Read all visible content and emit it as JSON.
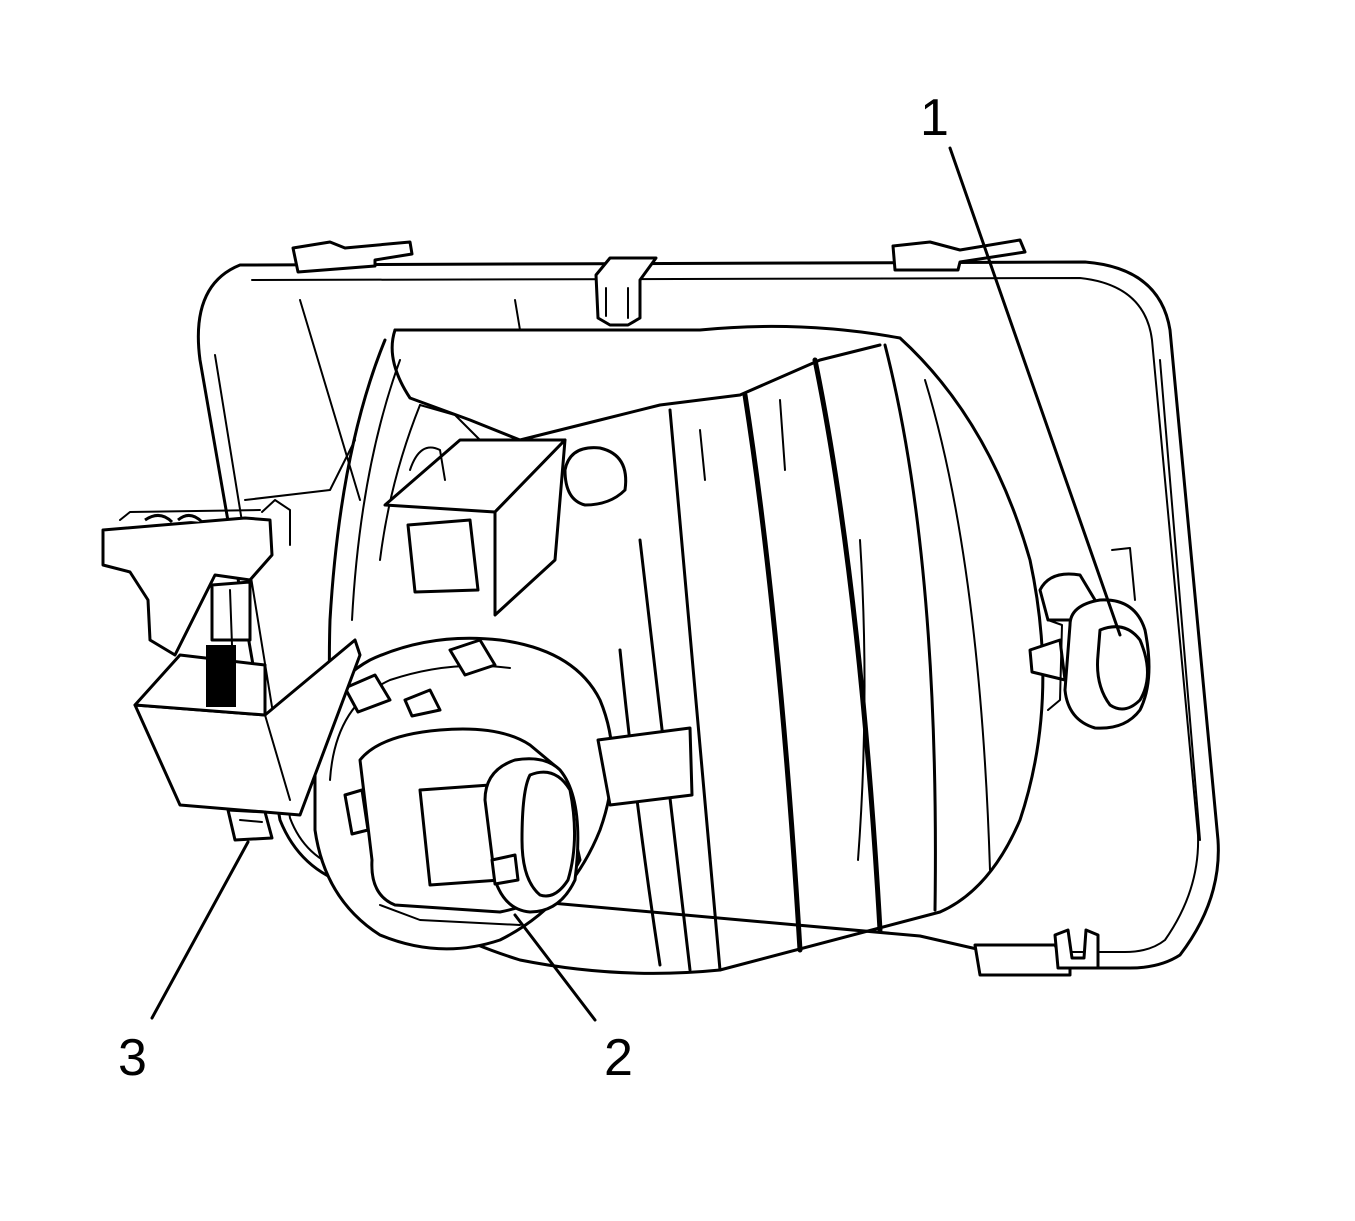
{
  "callouts": [
    {
      "id": "1",
      "label": "1"
    },
    {
      "id": "2",
      "label": "2"
    },
    {
      "id": "3",
      "label": "3"
    }
  ],
  "colors": {
    "stroke": "#000000",
    "background": "#ffffff"
  }
}
